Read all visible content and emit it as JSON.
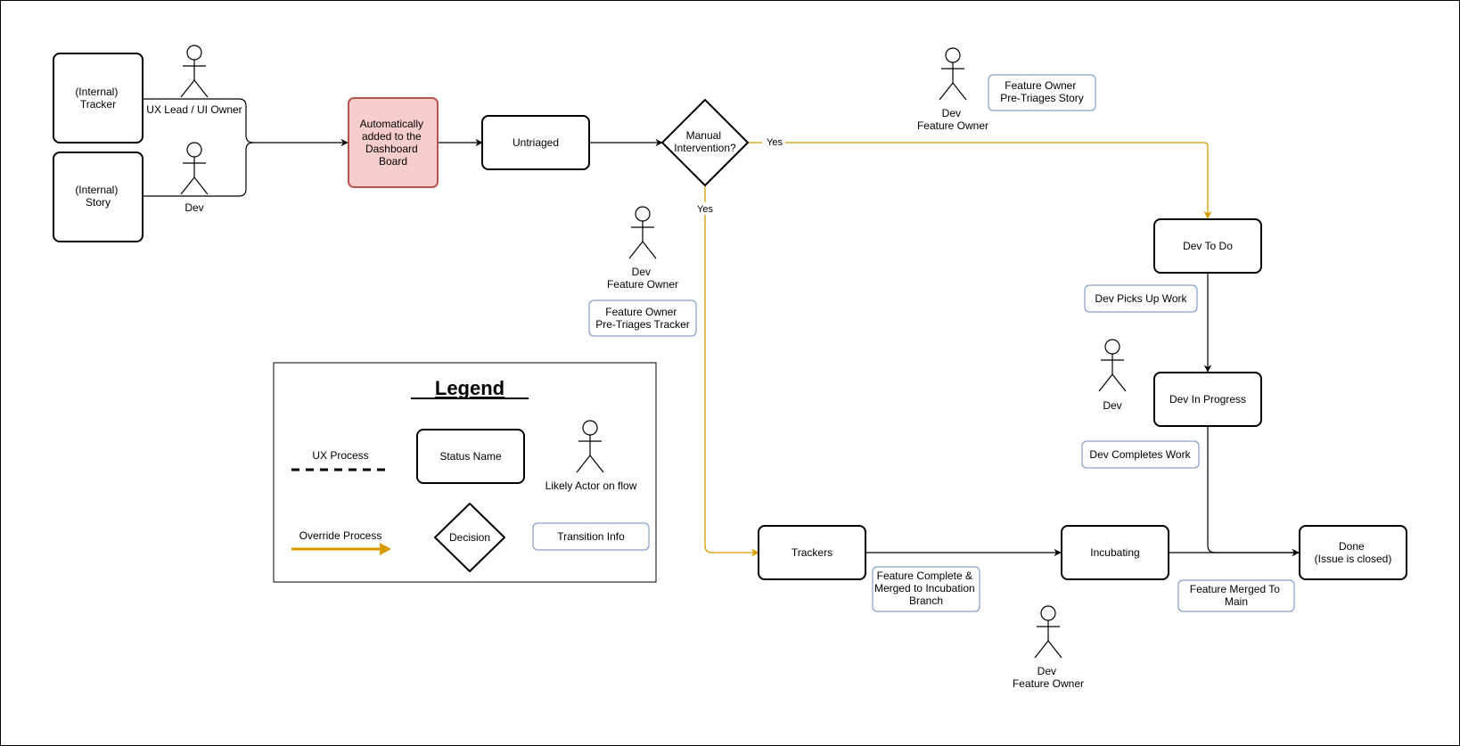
{
  "colors": {
    "stroke": "#000000",
    "override": "#d79b00",
    "auto_fill": "#f8cecc",
    "auto_stroke": "#b85450",
    "info_stroke": "#6c8ebf"
  },
  "sources": {
    "tracker": [
      "(Internal)",
      "Tracker"
    ],
    "story": [
      "(Internal)",
      "Story"
    ]
  },
  "actors": {
    "ux_lead": [
      "UX Lead / UI Owner"
    ],
    "dev_source": [
      "Dev"
    ],
    "dev_fo_top": [
      "Dev",
      "Feature Owner"
    ],
    "dev_fo_mid": [
      "Dev",
      "Feature Owner"
    ],
    "dev_right": [
      "Dev"
    ],
    "dev_fo_bottom": [
      "Dev",
      "Feature Owner"
    ]
  },
  "nodes": {
    "auto_added": [
      "Automatically",
      "added to the",
      "Dashboard",
      "Board"
    ],
    "untriaged": [
      "Untriaged"
    ],
    "decision": [
      "Manual",
      "Intervention?"
    ],
    "dev_todo": [
      "Dev To Do"
    ],
    "dev_inprogress": [
      "Dev In Progress"
    ],
    "trackers": [
      "Trackers"
    ],
    "incubating": [
      "Incubating"
    ],
    "done": [
      "Done",
      "(Issue is closed)"
    ]
  },
  "edge_labels": {
    "yes_right": "Yes",
    "yes_down": "Yes"
  },
  "transitions": {
    "fo_pretriage_story": [
      "Feature Owner",
      "Pre-Triages Story"
    ],
    "fo_pretriage_tracker": [
      "Feature Owner",
      "Pre-Triages Tracker"
    ],
    "dev_picks_up": [
      "Dev Picks Up Work"
    ],
    "dev_completes": [
      "Dev Completes Work"
    ],
    "feature_complete": [
      "Feature Complete &",
      "Merged to Incubation",
      "Branch"
    ],
    "feature_merged": [
      "Feature Merged To",
      "Main"
    ]
  },
  "legend": {
    "title": "Legend",
    "ux_process": "UX Process",
    "status_name": "Status Name",
    "actor": "Likely Actor on flow",
    "override_process": "Override Process",
    "decision": "Decision",
    "transition_info": "Transition Info"
  }
}
